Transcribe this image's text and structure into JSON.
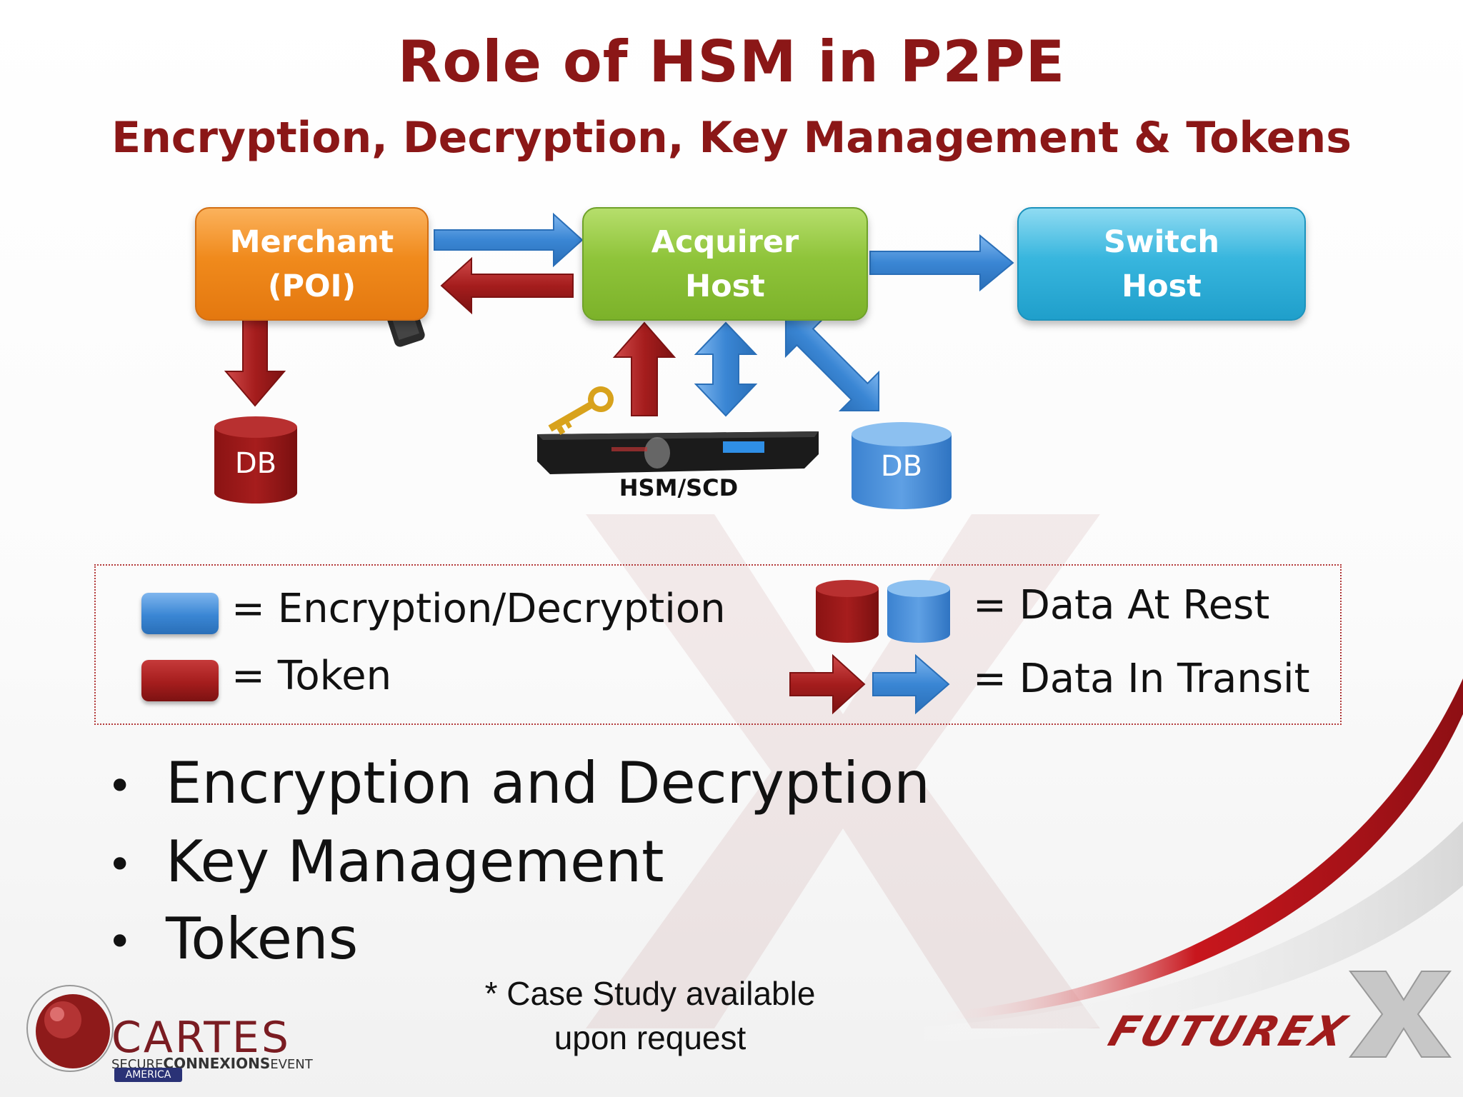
{
  "title": "Role of HSM in P2PE",
  "subtitle": "Encryption, Decryption, Key Management & Tokens",
  "diagram": {
    "merchant": {
      "line1": "Merchant",
      "line2": "(POI)"
    },
    "acquirer": {
      "line1": "Acquirer",
      "line2": "Host"
    },
    "switch": {
      "line1": "Switch",
      "line2": "Host"
    },
    "db_left": "DB",
    "db_right": "DB",
    "hsm_label": "HSM/SCD"
  },
  "legend": {
    "encryption": "= Encryption/Decryption",
    "token": "= Token",
    "at_rest": "= Data At Rest",
    "in_transit": "= Data In Transit"
  },
  "bullets": [
    "Encryption and Decryption",
    "Key Management",
    "Tokens"
  ],
  "note": {
    "line1": "* Case Study available",
    "line2": "upon request"
  },
  "logos": {
    "cartes_name": "CARTES",
    "cartes_sub_pre": "SECURE",
    "cartes_sub_bold": "CONNEXIONS",
    "cartes_sub_post": "EVENT",
    "cartes_region": "AMERICA",
    "futurex": "FUTUREX"
  },
  "colors": {
    "blue": "#3a86d4",
    "red": "#9e1a1a",
    "title": "#8b1717"
  }
}
